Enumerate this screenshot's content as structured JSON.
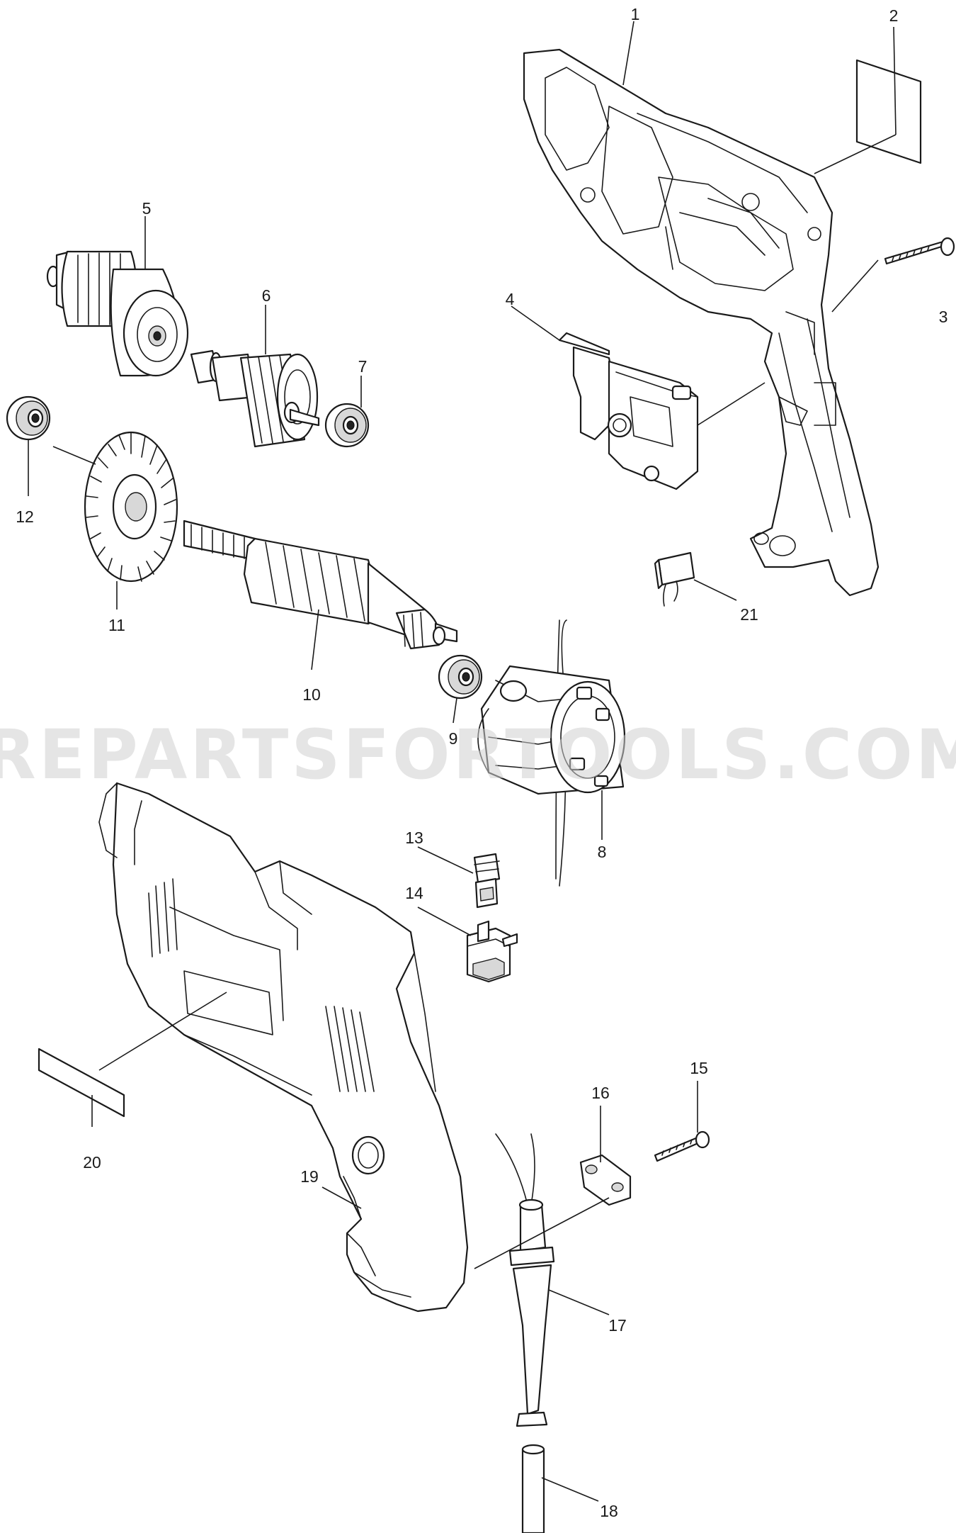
{
  "watermark": "SPAREPARTSFORTOOLS.COM.AU",
  "parts": [
    {
      "id": "1"
    },
    {
      "id": "2"
    },
    {
      "id": "3"
    },
    {
      "id": "4"
    },
    {
      "id": "5"
    },
    {
      "id": "6"
    },
    {
      "id": "7"
    },
    {
      "id": "8"
    },
    {
      "id": "9"
    },
    {
      "id": "10"
    },
    {
      "id": "11"
    },
    {
      "id": "12"
    },
    {
      "id": "13"
    },
    {
      "id": "14"
    },
    {
      "id": "15"
    },
    {
      "id": "16"
    },
    {
      "id": "17"
    },
    {
      "id": "18"
    },
    {
      "id": "19"
    },
    {
      "id": "20"
    },
    {
      "id": "21"
    }
  ]
}
